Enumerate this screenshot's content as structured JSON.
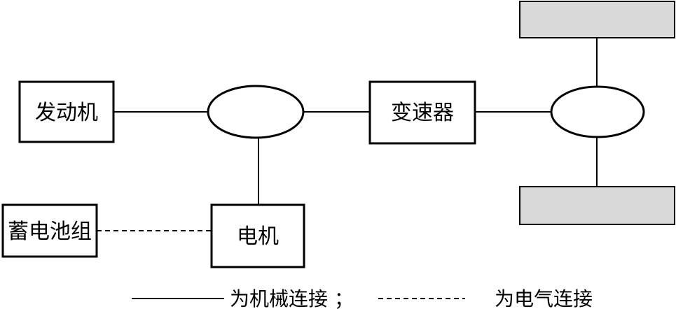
{
  "nodes": {
    "engine": "发动机",
    "battery": "蓄电池组",
    "motor": "电机",
    "transmission": "变速器"
  },
  "legend": {
    "mechanical": "为机械连接 ；",
    "electrical": "为电气连接"
  },
  "colors": {
    "stroke": "#000000",
    "wheel_fill": "#d9d9d9",
    "background": "#ffffff"
  }
}
